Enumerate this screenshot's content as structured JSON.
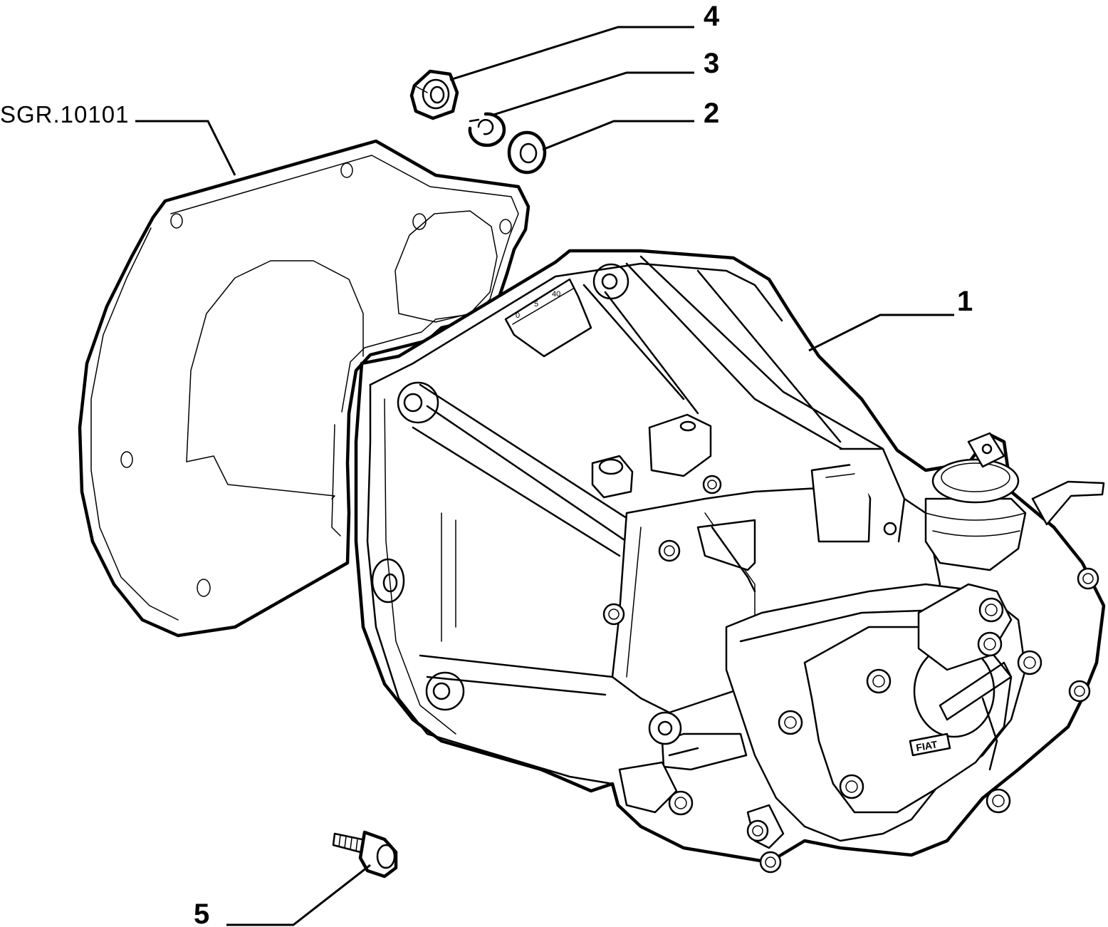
{
  "labels": {
    "part_1": "1",
    "part_2": "2",
    "part_3": "3",
    "part_4": "4",
    "part_5": "5",
    "gasket_ref": "SGR.10101"
  },
  "scale_marks": {
    "m0": "0",
    "m5": "5",
    "m40": "40"
  },
  "brand_plate": "FIAT",
  "colors": {
    "ink": "#000000",
    "background": "#ffffff"
  }
}
